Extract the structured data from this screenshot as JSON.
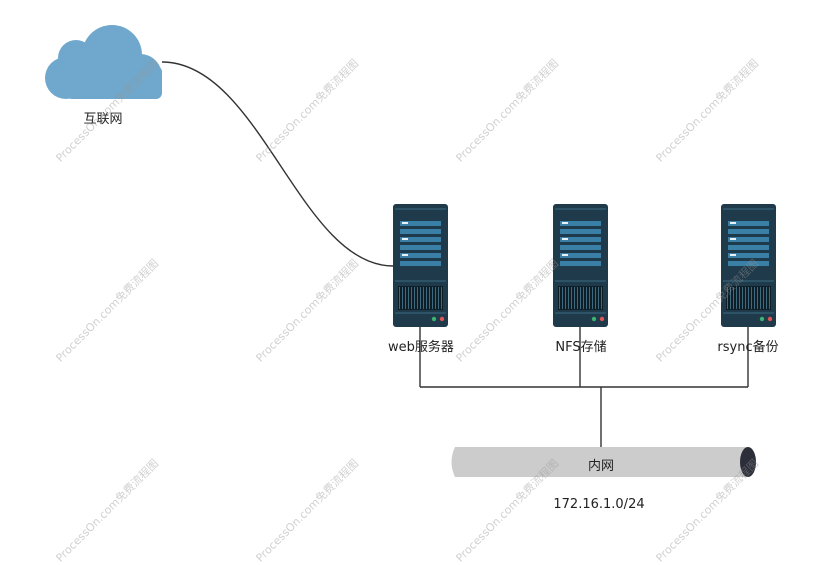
{
  "nodes": {
    "internet": {
      "label": "互联网",
      "icon": "cloud-icon"
    },
    "web_server": {
      "label": "web服务器",
      "icon": "server-icon"
    },
    "nfs_storage": {
      "label": "NFS存储",
      "icon": "server-icon"
    },
    "rsync_backup": {
      "label": "rsync备份",
      "icon": "server-icon"
    }
  },
  "network": {
    "label": "内网",
    "subnet": "172.16.1.0/24"
  },
  "watermark": "ProcessOn.com免费流程图",
  "colors": {
    "cloud": "#6fa8cc",
    "server_body": "#1f3a4a",
    "server_bar": "#3a7fa6",
    "line": "#333333",
    "pipe": "#cccccc",
    "pipe_end": "#2c2f3a",
    "led_green": "#3cb371",
    "led_red": "#e05555"
  }
}
